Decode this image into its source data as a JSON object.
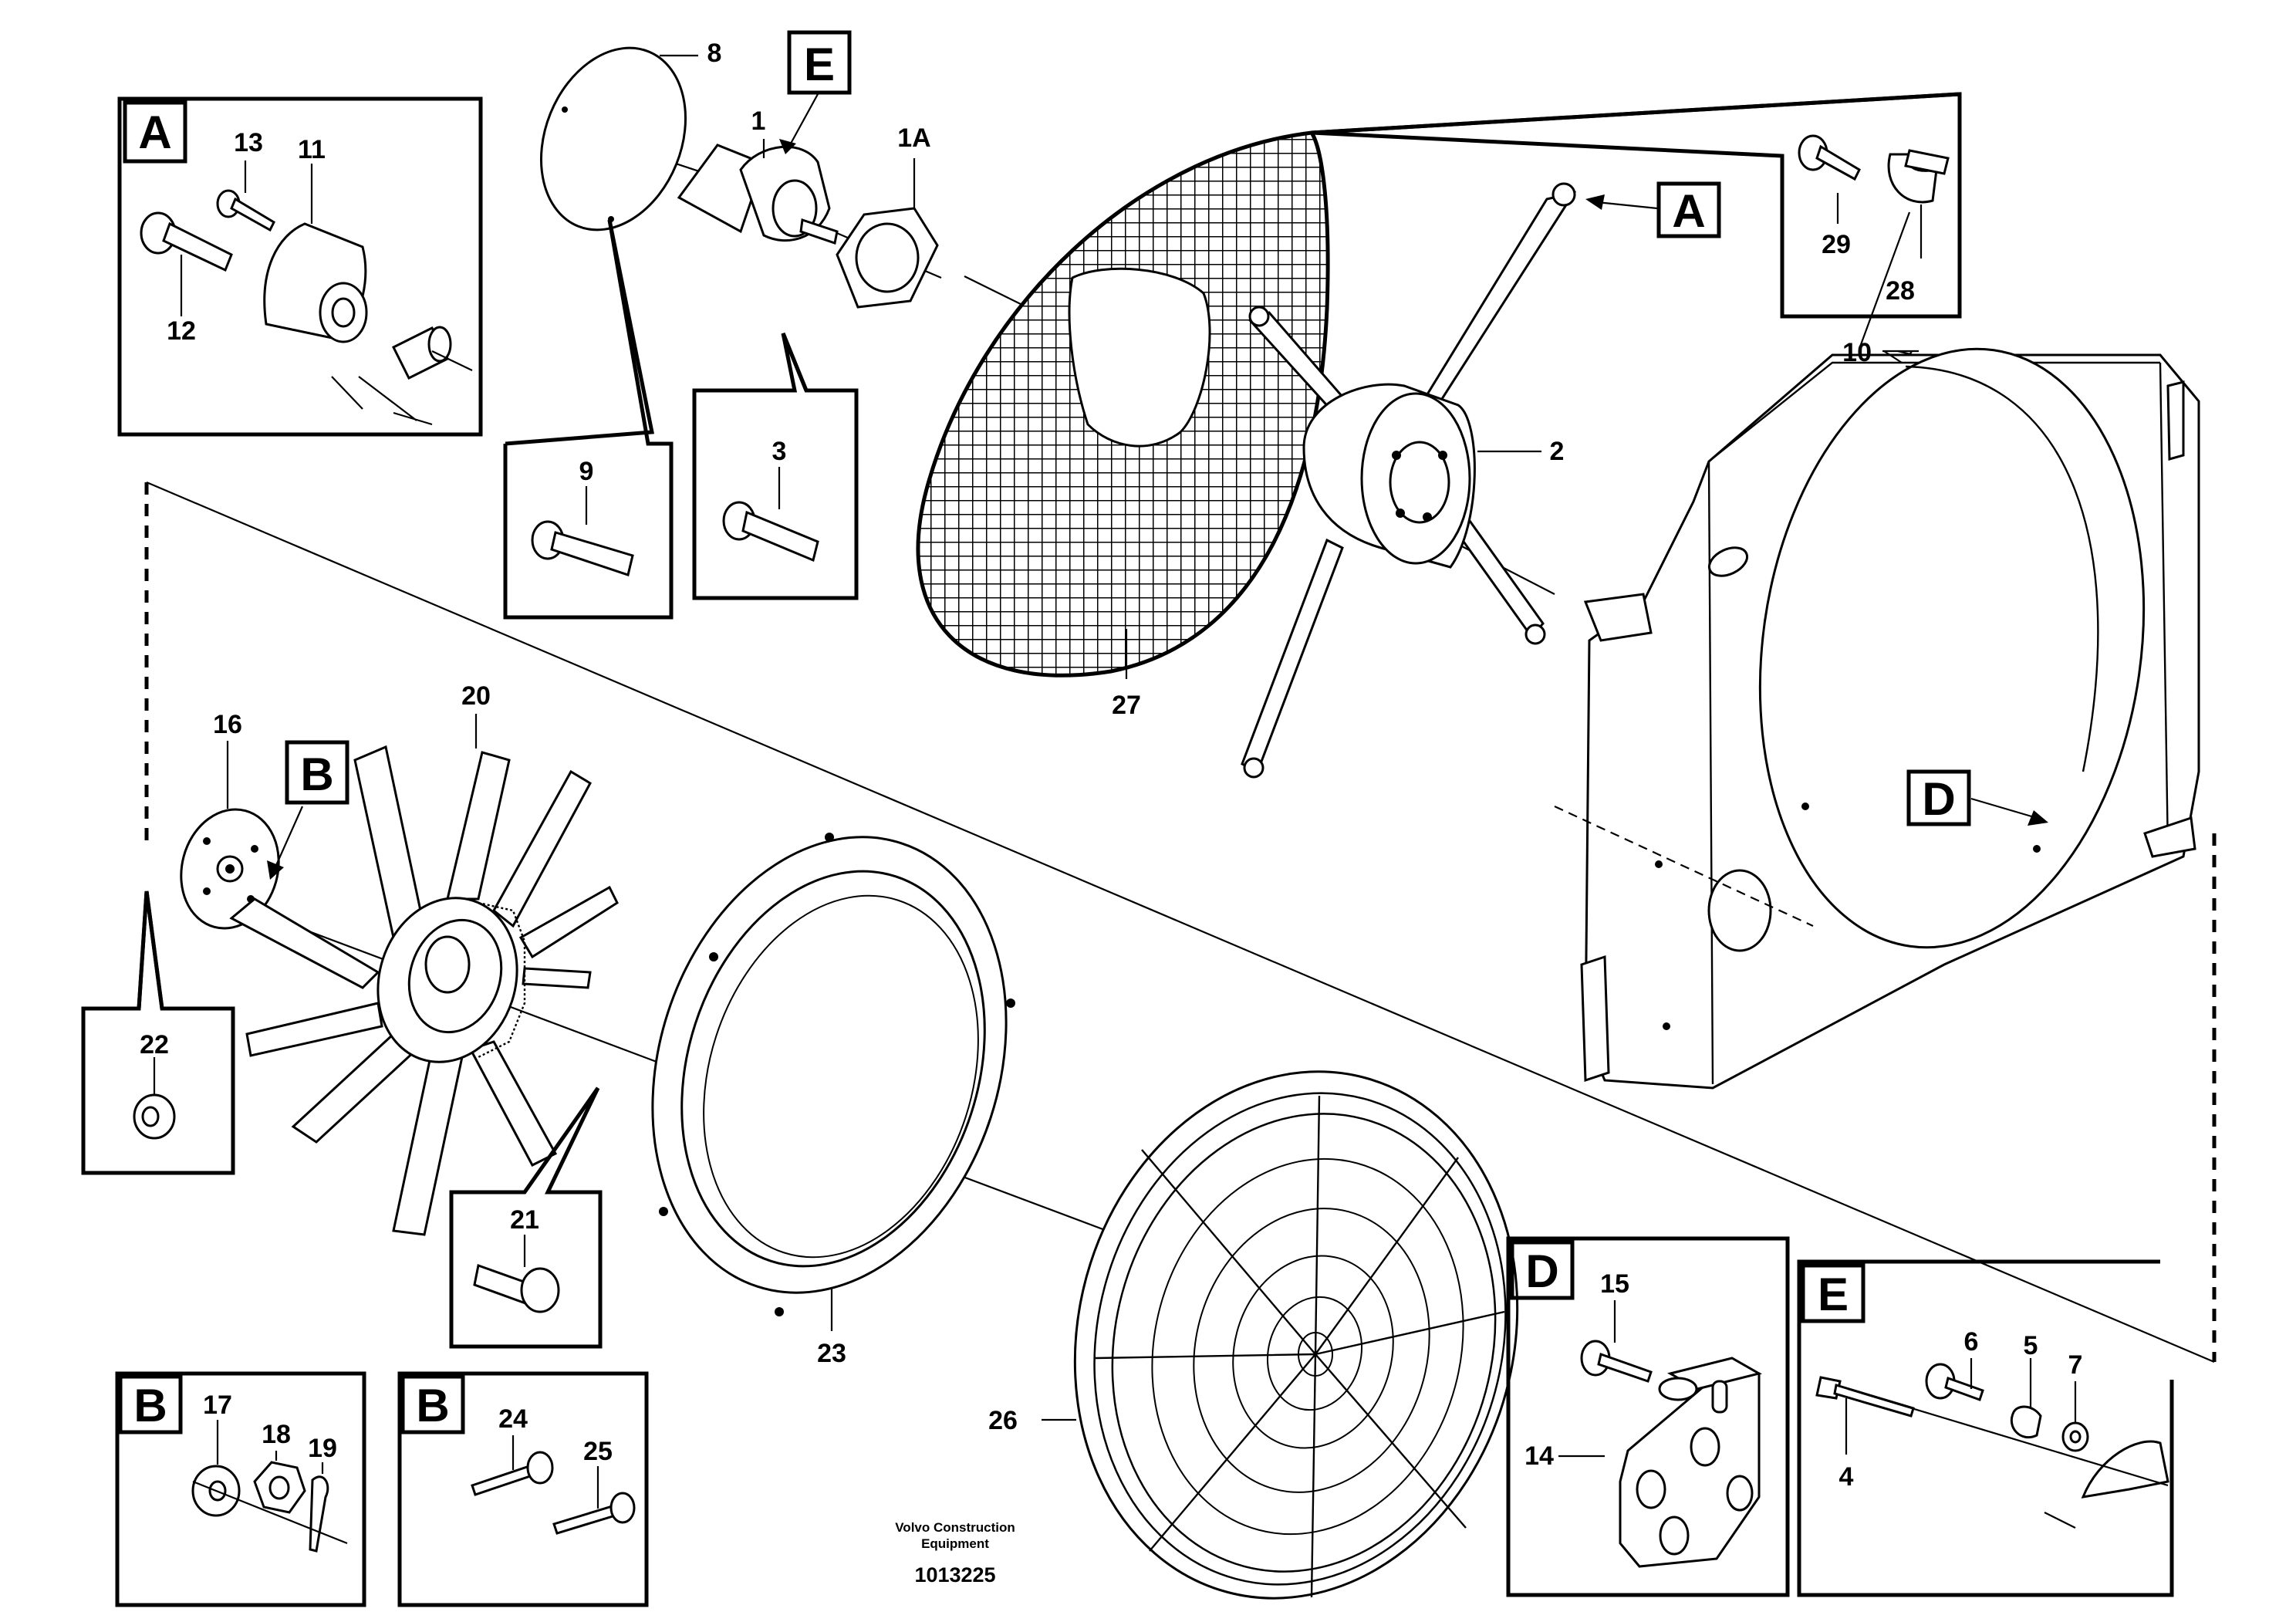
{
  "labels": {
    "p1": "1",
    "p1a": "1A",
    "p2": "2",
    "p3": "3",
    "p4": "4",
    "p5": "5",
    "p6": "6",
    "p7": "7",
    "p8": "8",
    "p9": "9",
    "p10": "10",
    "p11": "11",
    "p12": "12",
    "p13": "13",
    "p14": "14",
    "p15": "15",
    "p16": "16",
    "p17": "17",
    "p18": "18",
    "p19": "19",
    "p20": "20",
    "p21": "21",
    "p22": "22",
    "p23": "23",
    "p24": "24",
    "p25": "25",
    "p26": "26",
    "p27": "27",
    "p28": "28",
    "p29": "29"
  },
  "callouts": {
    "A": "A",
    "B": "B",
    "D": "D",
    "E": "E"
  },
  "footer": {
    "credit_line1": "Volvo Construction",
    "credit_line2": "Equipment",
    "document_number": "1013225"
  }
}
